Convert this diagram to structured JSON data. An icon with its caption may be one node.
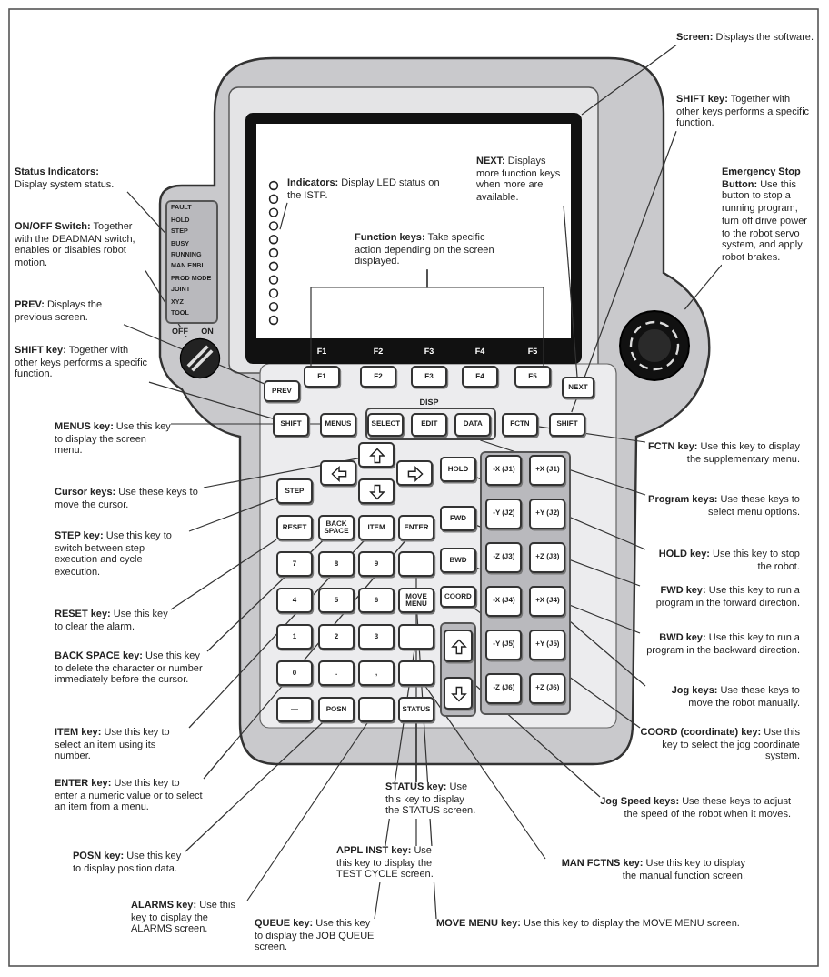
{
  "diagram": {
    "nodes": [
      {
        "text": [
          "**Screen:** Displays the software."
        ]
      },
      {
        "text": [
          "**SHIFT key:** Together with other keys performs a specific function."
        ]
      },
      {
        "text": [
          "**Emergency Stop Button:** Use this button to stop a running program, turn off drive power to the robot servo system, and apply robot brakes."
        ]
      },
      {
        "text": [
          "**Status Indicators:** Display system status."
        ]
      },
      {
        "text": [
          "**ON/OFF Switch:** Together with the DEADMAN switch, enables or disables robot motion."
        ]
      },
      {
        "text": [
          "**PREV:** Displays the previous screen."
        ]
      },
      {
        "text": [
          "**SHIFT key:** Together with other keys performs a specific function."
        ]
      },
      {
        "text": [
          "**MENUS key:** Use this key to display the screen menu."
        ]
      },
      {
        "text": [
          "**Indicators:** Display LED status on the ISTP."
        ],
        "in": 32
      },
      {
        "text": [
          "**NEXT:** Displays more function keys when more are available."
        ],
        "in": 32
      },
      {
        "text": [
          "**Function keys:** Take specific action depending on the screen displayed."
        ],
        "in": 32
      },
      {
        "text": [
          "**FCTN key:** Use this key to display the supplementary menu."
        ]
      },
      {
        "text": [
          "**Cursor keys:** Use these keys to move the cursor."
        ]
      },
      {
        "text": [
          "**Program keys:** Use these keys to select menu options."
        ]
      },
      {
        "text": [
          "**STEP key:** Use this key to switch between step execution and cycle execution."
        ]
      },
      {
        "text": [
          "**HOLD key:** Use this key to stop the robot."
        ]
      },
      {
        "text": [
          "**RESET key:** Use this key to clear the alarm."
        ]
      },
      {
        "text": [
          "**FWD key:** Use this key to run a program in the forward direction."
        ]
      },
      {
        "text": [
          "**BACK SPACE key:** Use this key to delete the character or number immediately before the cursor."
        ]
      },
      {
        "text": [
          "**BWD key:** Use this key to run a program in the backward direction."
        ]
      },
      {
        "text": [
          "**Jog keys:** Use these keys to move the robot manually."
        ]
      },
      {
        "text": [
          "**ITEM key:** Use this key to select an item using its number."
        ]
      },
      {
        "text": [
          "**COORD (coordinate) key:** Use this key to select the jog coordinate system."
        ]
      },
      {
        "text": [
          "**ENTER key:** Use this key to enter a numeric value or to select an item from a menu."
        ]
      },
      {
        "text": [
          "**Jog Speed keys:** Use these keys to adjust the speed of the robot when it moves."
        ]
      },
      {
        "text": [
          "**POSN key:** Use this key to display position data."
        ]
      },
      {
        "text": [
          "**MAN FCTNS key:** Use this key to display the manual function screen."
        ]
      },
      {
        "text": [
          "**ALARMS key:** Use this key to display the ALARMS screen."
        ]
      },
      {
        "text": [
          "**STATUS key:** Use this key to display the STATUS screen."
        ]
      },
      {
        "text": [
          "**APPL INST key:** Use this key to display the TEST CYCLE screen."
        ]
      },
      {
        "text": [
          "**QUEUE key:** Use this key to display the JOB QUEUE screen."
        ]
      },
      {
        "text": [
          "**MOVE MENU key:** Use this key to display the MOVE MENU screen."
        ]
      },
      {
        "text": [],
        "shape": "box"
      },
      {
        "text": [
          "FAULT",
          "HOLD",
          "STEP",
          "BUSY",
          "RUNNING",
          "MAN ENBL",
          "PROD MODE",
          "JOINT",
          "XYZ",
          "TOOL"
        ]
      },
      {
        "text": [],
        "shape": "circle"
      },
      {
        "text": [],
        "shape": "bar",
        "in": 32
      },
      {
        "text": [],
        "shape": "circle"
      },
      {
        "text": [
          "F1"
        ]
      },
      {
        "text": [
          "F2"
        ]
      },
      {
        "text": [
          "F3"
        ]
      },
      {
        "text": [
          "F4"
        ]
      },
      {
        "text": [
          "F5"
        ]
      },
      {
        "text": [
          "NEXT"
        ]
      },
      {
        "text": [
          "PREV"
        ]
      },
      {
        "text": [
          "SHIFT"
        ]
      },
      {
        "text": [
          "MENUS"
        ]
      },
      {
        "text": [],
        "shape": "box"
      },
      {
        "text": [
          "SELECT"
        ],
        "in": 46
      },
      {
        "text": [
          "EDIT"
        ],
        "in": 46
      },
      {
        "text": [
          "DATA"
        ],
        "in": 46
      },
      {
        "text": [
          "FCTN"
        ]
      },
      {
        "text": [
          "SHIFT"
        ]
      },
      {
        "text": [],
        "shape": "box"
      },
      {
        "text": [],
        "shape": "box"
      },
      {
        "text": [],
        "shape": "box"
      },
      {
        "text": [],
        "shape": "box"
      },
      {
        "text": [
          "STEP"
        ]
      },
      {
        "text": [
          "HOLD"
        ]
      },
      {
        "text": [],
        "shape": "box"
      },
      {
        "text": [
          "-X (J1)"
        ],
        "in": 58
      },
      {
        "text": [
          "+X (J1)"
        ],
        "in": 58
      },
      {
        "text": [
          "-Y (J2)"
        ],
        "in": 58
      },
      {
        "text": [
          "+Y (J2)"
        ],
        "in": 58
      },
      {
        "text": [
          "-Z (J3)"
        ],
        "in": 58
      },
      {
        "text": [
          "+Z (J3)"
        ],
        "in": 58
      },
      {
        "text": [
          "-X (J4)"
        ],
        "in": 58
      },
      {
        "text": [
          "+X (J4)"
        ],
        "in": 58
      },
      {
        "text": [
          "-Y (J5)"
        ],
        "in": 58
      },
      {
        "text": [
          "+Y (J5)"
        ],
        "in": 58
      },
      {
        "text": [
          "-Z (J6)"
        ],
        "in": 58
      },
      {
        "text": [
          "+Z (J6)"
        ],
        "in": 58
      },
      {
        "text": [],
        "shape": "box"
      },
      {
        "text": [],
        "shape": "box",
        "in": 71
      },
      {
        "text": [],
        "shape": "box",
        "in": 71
      },
      {
        "text": [
          "RESET"
        ]
      },
      {
        "text": [
          "BACK SPACE"
        ]
      },
      {
        "text": [
          "ITEM"
        ]
      },
      {
        "text": [
          "ENTER"
        ]
      },
      {
        "text": [
          "FWD"
        ]
      },
      {
        "text": [
          "BWD"
        ]
      },
      {
        "text": [
          "COORD"
        ]
      },
      {
        "text": [
          "7"
        ]
      },
      {
        "text": [
          "8"
        ]
      },
      {
        "text": [
          "9"
        ]
      },
      {
        "text": [],
        "shape": "box"
      },
      {
        "text": [
          "4"
        ]
      },
      {
        "text": [
          "5"
        ]
      },
      {
        "text": [
          "6"
        ]
      },
      {
        "text": [
          "MOVE MENU"
        ]
      },
      {
        "text": [
          "1"
        ]
      },
      {
        "text": [
          "2"
        ]
      },
      {
        "text": [
          "3"
        ]
      },
      {
        "text": [],
        "shape": "box"
      },
      {
        "text": [
          "0"
        ]
      },
      {
        "text": [
          "."
        ]
      },
      {
        "text": [
          ","
        ]
      },
      {
        "text": [],
        "shape": "box"
      },
      {
        "text": [
          "—"
        ]
      },
      {
        "text": [
          "POSN"
        ]
      },
      {
        "text": [],
        "shape": "box"
      },
      {
        "text": [
          "STATUS"
        ]
      }
    ],
    "edges": [
      {
        "from": 0,
        "to": 32,
        "arrow": "none"
      },
      {
        "from": 1,
        "to": 51,
        "arrow": "none"
      },
      {
        "from": 2,
        "to": 36,
        "arrow": "none"
      },
      {
        "from": 3,
        "to": 33,
        "arrow": "none"
      },
      {
        "from": 4,
        "to": 34,
        "arrow": "none"
      },
      {
        "from": 5,
        "to": 43,
        "arrow": "none"
      },
      {
        "from": 6,
        "to": 44,
        "arrow": "none"
      },
      {
        "from": 7,
        "to": 45,
        "arrow": "none"
      },
      {
        "from": 8,
        "to": 35,
        "arrow": "none"
      },
      {
        "from": 9,
        "to": 42,
        "arrow": "none"
      },
      {
        "from": 10,
        "to": 37,
        "arrow": "none"
      },
      {
        "from": 10,
        "to": 41,
        "arrow": "none"
      },
      {
        "from": 11,
        "to": 50,
        "arrow": "none"
      },
      {
        "from": 12,
        "to": 52,
        "arrow": "none"
      },
      {
        "from": 13,
        "to": 46,
        "arrow": "none"
      },
      {
        "from": 14,
        "to": 56,
        "arrow": "none"
      },
      {
        "from": 15,
        "to": 57,
        "arrow": "none"
      },
      {
        "from": 16,
        "to": 74,
        "arrow": "none"
      },
      {
        "from": 17,
        "to": 78,
        "arrow": "none"
      },
      {
        "from": 18,
        "to": 75,
        "arrow": "none"
      },
      {
        "from": 19,
        "to": 79,
        "arrow": "none"
      },
      {
        "from": 20,
        "to": 58,
        "arrow": "none"
      },
      {
        "from": 21,
        "to": 76,
        "arrow": "none"
      },
      {
        "from": 22,
        "to": 80,
        "arrow": "none"
      },
      {
        "from": 23,
        "to": 77,
        "arrow": "none"
      },
      {
        "from": 24,
        "to": 71,
        "arrow": "none"
      },
      {
        "from": 25,
        "to": 98,
        "arrow": "none"
      },
      {
        "from": 26,
        "to": 96,
        "arrow": "none"
      },
      {
        "from": 27,
        "to": 99,
        "arrow": "none"
      },
      {
        "from": 28,
        "to": 100,
        "arrow": "none"
      },
      {
        "from": 29,
        "to": 84,
        "arrow": "none"
      },
      {
        "from": 30,
        "to": 92,
        "arrow": "none"
      },
      {
        "from": 31,
        "to": 88,
        "arrow": "none"
      }
    ],
    "labels": [
      "F1",
      "F2",
      "F3",
      "F4",
      "F5",
      "DISP",
      "OFF",
      "ON"
    ]
  }
}
